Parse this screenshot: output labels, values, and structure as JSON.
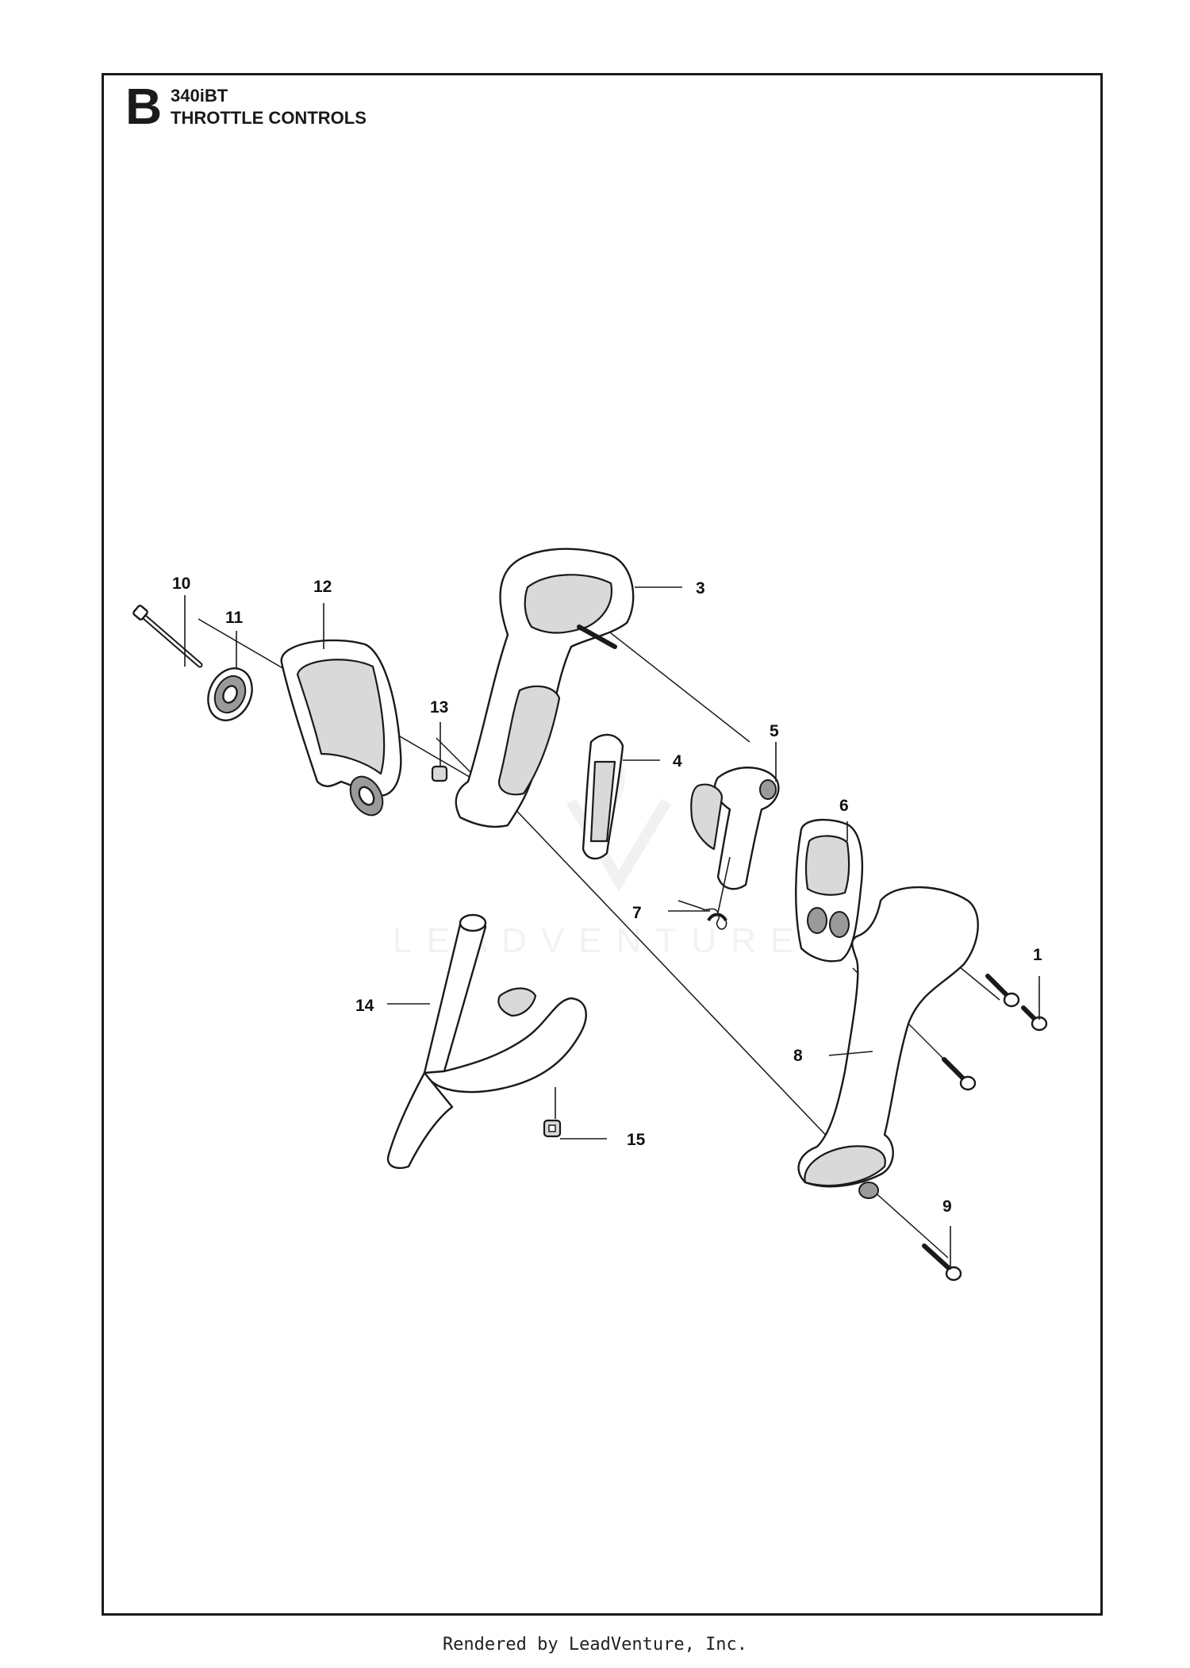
{
  "header": {
    "section_letter": "B",
    "model": "340iBT",
    "title": "THROTTLE CONTROLS"
  },
  "watermark": {
    "text": "LEADVENTURE"
  },
  "callouts": [
    "1",
    "3",
    "4",
    "5",
    "6",
    "7",
    "8",
    "9",
    "10",
    "11",
    "12",
    "13",
    "14",
    "15"
  ],
  "footer": {
    "text": "Rendered by LeadVenture, Inc."
  }
}
